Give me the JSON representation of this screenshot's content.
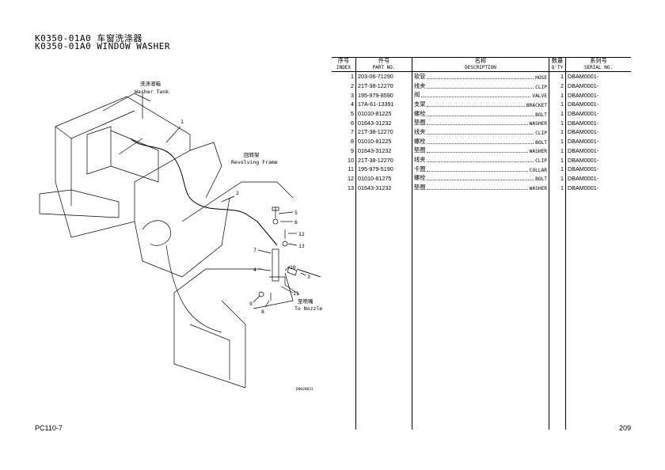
{
  "header": {
    "title_cn": "K0350-01A0 车窗洗涤器",
    "title_en": "K0350-01A0 WINDOW WASHER"
  },
  "diagram": {
    "labels": {
      "washer_tank_cn": "洗涤液箱",
      "washer_tank_en": "Washer Tank",
      "revolving_frame_cn": "回转架",
      "revolving_frame_en": "Revolving Frame",
      "to_nozzle_cn": "至喷嘴",
      "to_nozzle_en": "To Nozzle",
      "drawing_no": "D0020031"
    },
    "callouts": [
      "1",
      "2",
      "3",
      "4",
      "5",
      "6",
      "7",
      "8",
      "9",
      "10",
      "11",
      "12",
      "13"
    ]
  },
  "table": {
    "headers": {
      "index_cn": "序号",
      "index_en": "INDEX",
      "part_cn": "件号",
      "part_en": "PART NO.",
      "desc_cn": "名称",
      "desc_en": "DESCRIPTION",
      "qty_cn": "数量",
      "qty_en": "Q'TY",
      "serial_cn": "系列号",
      "serial_en": "SERIAL NO."
    },
    "rows": [
      {
        "index": "1",
        "part": "203-06-71290",
        "cn": "软管",
        "en": "HOSE",
        "qty": "1",
        "serial": "DBAM0001-"
      },
      {
        "index": "2",
        "part": "21T-38-12270",
        "cn": "线夹",
        "en": "CLIP",
        "qty": "2",
        "serial": "DBAM0001-"
      },
      {
        "index": "3",
        "part": "195-979-8590",
        "cn": "阀",
        "en": "VALVE",
        "qty": "1",
        "serial": "DBAM0001-"
      },
      {
        "index": "4",
        "part": "17A-61-13391",
        "cn": "支架",
        "en": "BRACKET",
        "qty": "1",
        "serial": "DBAM0001-"
      },
      {
        "index": "5",
        "part": "01010-81225",
        "cn": "螺栓",
        "en": "BOLT",
        "qty": "1",
        "serial": "DBAM0001-"
      },
      {
        "index": "6",
        "part": "01643-31232",
        "cn": "垫圈",
        "en": "WASHER",
        "qty": "1",
        "serial": "DBAM0001-"
      },
      {
        "index": "7",
        "part": "21T-38-12270",
        "cn": "线夹",
        "en": "CLIP",
        "qty": "1",
        "serial": "DBAM0001-"
      },
      {
        "index": "8",
        "part": "01010-81225",
        "cn": "螺栓",
        "en": "BOLT",
        "qty": "1",
        "serial": "DBAM0001-"
      },
      {
        "index": "9",
        "part": "01643-31232",
        "cn": "垫圈",
        "en": "WASHER",
        "qty": "1",
        "serial": "DBAM0001-"
      },
      {
        "index": "10",
        "part": "21T-38-12270",
        "cn": "线夹",
        "en": "CLIP",
        "qty": "1",
        "serial": "DBAM0001-"
      },
      {
        "index": "11",
        "part": "195-979-5190",
        "cn": "卡圈",
        "en": "COLLAR",
        "qty": "1",
        "serial": "DBAM0001-"
      },
      {
        "index": "12",
        "part": "01010-81275",
        "cn": "螺栓",
        "en": "BOLT",
        "qty": "1",
        "serial": "DBAM0001-"
      },
      {
        "index": "13",
        "part": "01643-31232",
        "cn": "垫圈",
        "en": "WASHER",
        "qty": "1",
        "serial": "DBAM0001-"
      }
    ]
  },
  "footer": {
    "model": "PC110-7",
    "page": "209"
  }
}
